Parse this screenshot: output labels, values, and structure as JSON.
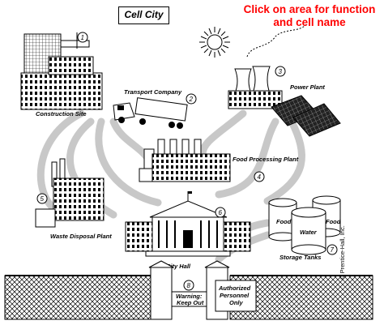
{
  "title": "Cell City",
  "instruction": "Click on area for function and cell name",
  "copyright": "© Prentice-Hall, Inc.",
  "areas": [
    {
      "number": "1",
      "label": "Construction Site"
    },
    {
      "number": "2",
      "label": "Transport Company"
    },
    {
      "number": "3",
      "label": "Power Plant"
    },
    {
      "number": "4",
      "label": "Food Processing Plant"
    },
    {
      "number": "5",
      "label": "Waste Disposal Plant"
    },
    {
      "number": "6",
      "label": "City Hall"
    },
    {
      "number": "7",
      "label": "Storage Tanks"
    },
    {
      "number": "8",
      "label": "Warning: Keep Out"
    }
  ],
  "tank_labels": {
    "food_left": "Food",
    "food_right": "Food",
    "water": "Water"
  },
  "gate_sign": {
    "line1": "Authorized",
    "line2": "Personnel",
    "line3": "Only"
  },
  "warning_sign": {
    "line1": "Warning:",
    "line2": "Keep Out"
  },
  "colors": {
    "instruction": "#ff0000",
    "roads": "#c8c8c8"
  }
}
